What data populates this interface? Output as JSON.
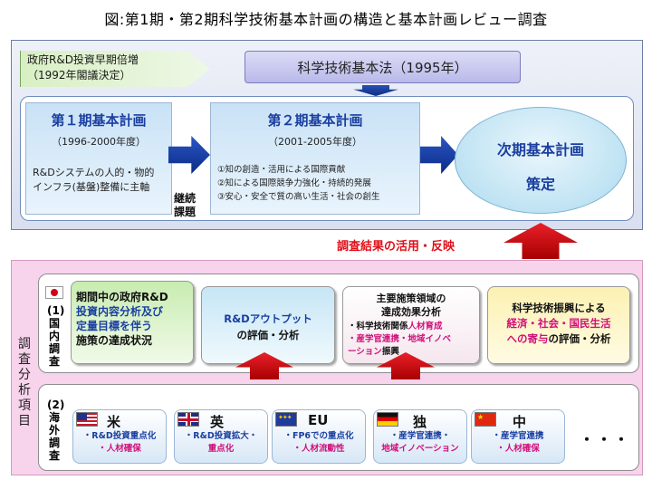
{
  "title": "図:第1期・第2期科学技術基本計画の構造と基本計画レビュー調査",
  "top": {
    "investment": [
      "政府R&D投資早期倍増",
      "（1992年閣議決定）"
    ],
    "law": "科学技術基本法（1995年）",
    "plan1": {
      "title": "第１期基本計画",
      "period": "（1996-2000年度）",
      "desc": [
        "R&Dシステムの人的・物的",
        "インフラ(基盤)整備に主軸"
      ]
    },
    "keizoku": [
      "継続",
      "課題"
    ],
    "plan2": {
      "title": "第２期基本計画",
      "period": "（2001-2005年度）",
      "items": [
        "①知の創造・活用による国際貢献",
        "②知による国際競争力強化・持続的発展",
        "③安心・安全で質の高い生活・社会の創生"
      ]
    },
    "next_plan": [
      "次期基本計画",
      "策定"
    ]
  },
  "feedback": "調査結果の活用・反映",
  "bottom": {
    "side_label": "調査分析項目",
    "domestic_label": "(1)国内調査",
    "domestic_boxes": {
      "box1": [
        "期間中の政府R&D",
        "投資内容分析及び",
        "定量目標を伴う",
        "施策の達成状況"
      ],
      "box2": [
        "R&Dアウトプット",
        "の評価・分析"
      ],
      "box3": {
        "title": [
          "主要施策領域の",
          "達成効果分析"
        ],
        "sub1": "・科学技術関係",
        "sub1_pink": "人材育成",
        "sub2_pink": "・産学官連携・地域イノベ",
        "sub3_pink": "ーション",
        "sub3": "振興"
      },
      "box4": [
        "科学技術振興による",
        "経済・社会・国民生活",
        "への寄与",
        "の評価・分析"
      ]
    },
    "overseas_label": "(2)海外調査",
    "countries": [
      {
        "name": "米",
        "l1": "・R&D投資重点化",
        "l2": "・人材確保"
      },
      {
        "name": "英",
        "l1": "・R&D投資拡大・",
        "l2": "重点化"
      },
      {
        "name": "EU",
        "l1": "・FP6での重点化",
        "l2": "・人材流動性"
      },
      {
        "name": "独",
        "l1": "・産学官連携・",
        "l2": "地域イノベーション"
      },
      {
        "name": "中",
        "l1": "・産学官連携",
        "l2": "・人材確保"
      }
    ],
    "more": "・・・"
  },
  "colors": {
    "plan_title": "#1a3fa0",
    "highlight_red": "#e0101a",
    "highlight_pink": "#d0107a",
    "bottom_bg": "#f7d3ec"
  }
}
